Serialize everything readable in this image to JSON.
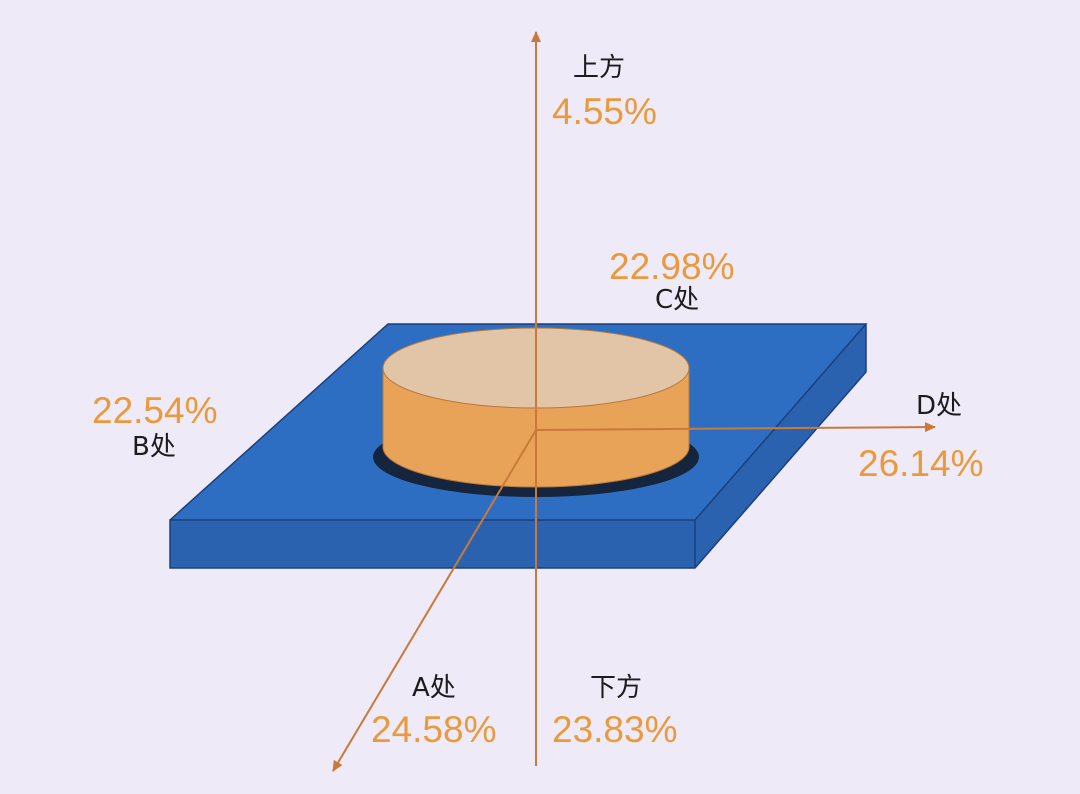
{
  "colors": {
    "background": "#eeeaf8",
    "plate_top": "#2e6ec2",
    "plate_side": "#2a62b0",
    "plate_edge": "#1d3f7a",
    "cylinder_top": "#e2c4a6",
    "cylinder_side": "#e9a358",
    "cylinder_shadow": "#16253e",
    "axis": "#c9793a",
    "percentage_text": "#e99a3c"
  },
  "labels": {
    "top": {
      "name": "上方",
      "value": "4.55%"
    },
    "bottom": {
      "name": "下方",
      "value": "23.83%"
    },
    "a": {
      "name": "A处",
      "value": "24.58%"
    },
    "b": {
      "name": "B处",
      "value": "22.54%"
    },
    "c": {
      "name": "C处",
      "value": "22.98%"
    },
    "d": {
      "name": "D处",
      "value": "26.14%"
    }
  }
}
